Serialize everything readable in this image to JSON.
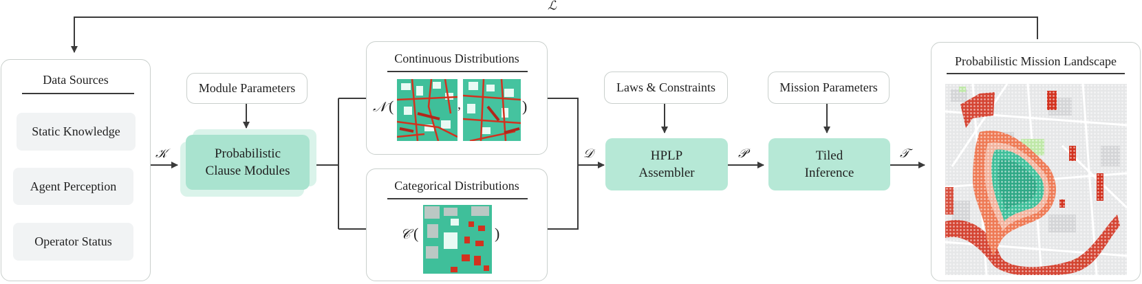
{
  "loss_symbol": "ℒ",
  "data_sources": {
    "title": "Data Sources",
    "items": [
      "Static Knowledge",
      "Agent Perception",
      "Operator Status"
    ]
  },
  "edges": {
    "K": "𝒦",
    "D": "𝒟",
    "P": "𝒫",
    "T": "𝒯"
  },
  "module_parameters": "Module Parameters",
  "clause_modules": {
    "line1": "Probabilistic",
    "line2": "Clause Modules"
  },
  "continuous": {
    "title": "Continuous Distributions",
    "symbol": "𝒩",
    "open": "(",
    "comma": ",",
    "close": ")"
  },
  "categorical": {
    "title": "Categorical Distributions",
    "symbol": "𝒞",
    "open": "(",
    "close": ")"
  },
  "laws": "Laws & Constraints",
  "mission_parameters": "Mission Parameters",
  "assembler": {
    "line1": "HPLP",
    "line2": "Assembler"
  },
  "inference": {
    "line1": "Tiled",
    "line2": "Inference"
  },
  "landscape_title": "Probabilistic Mission Landscape",
  "colors": {
    "mint": "#b6e8d6",
    "teal": "#3fbf9a",
    "red": "#d2321f",
    "orange": "#ee7a55",
    "border": "#c9cfcc"
  }
}
